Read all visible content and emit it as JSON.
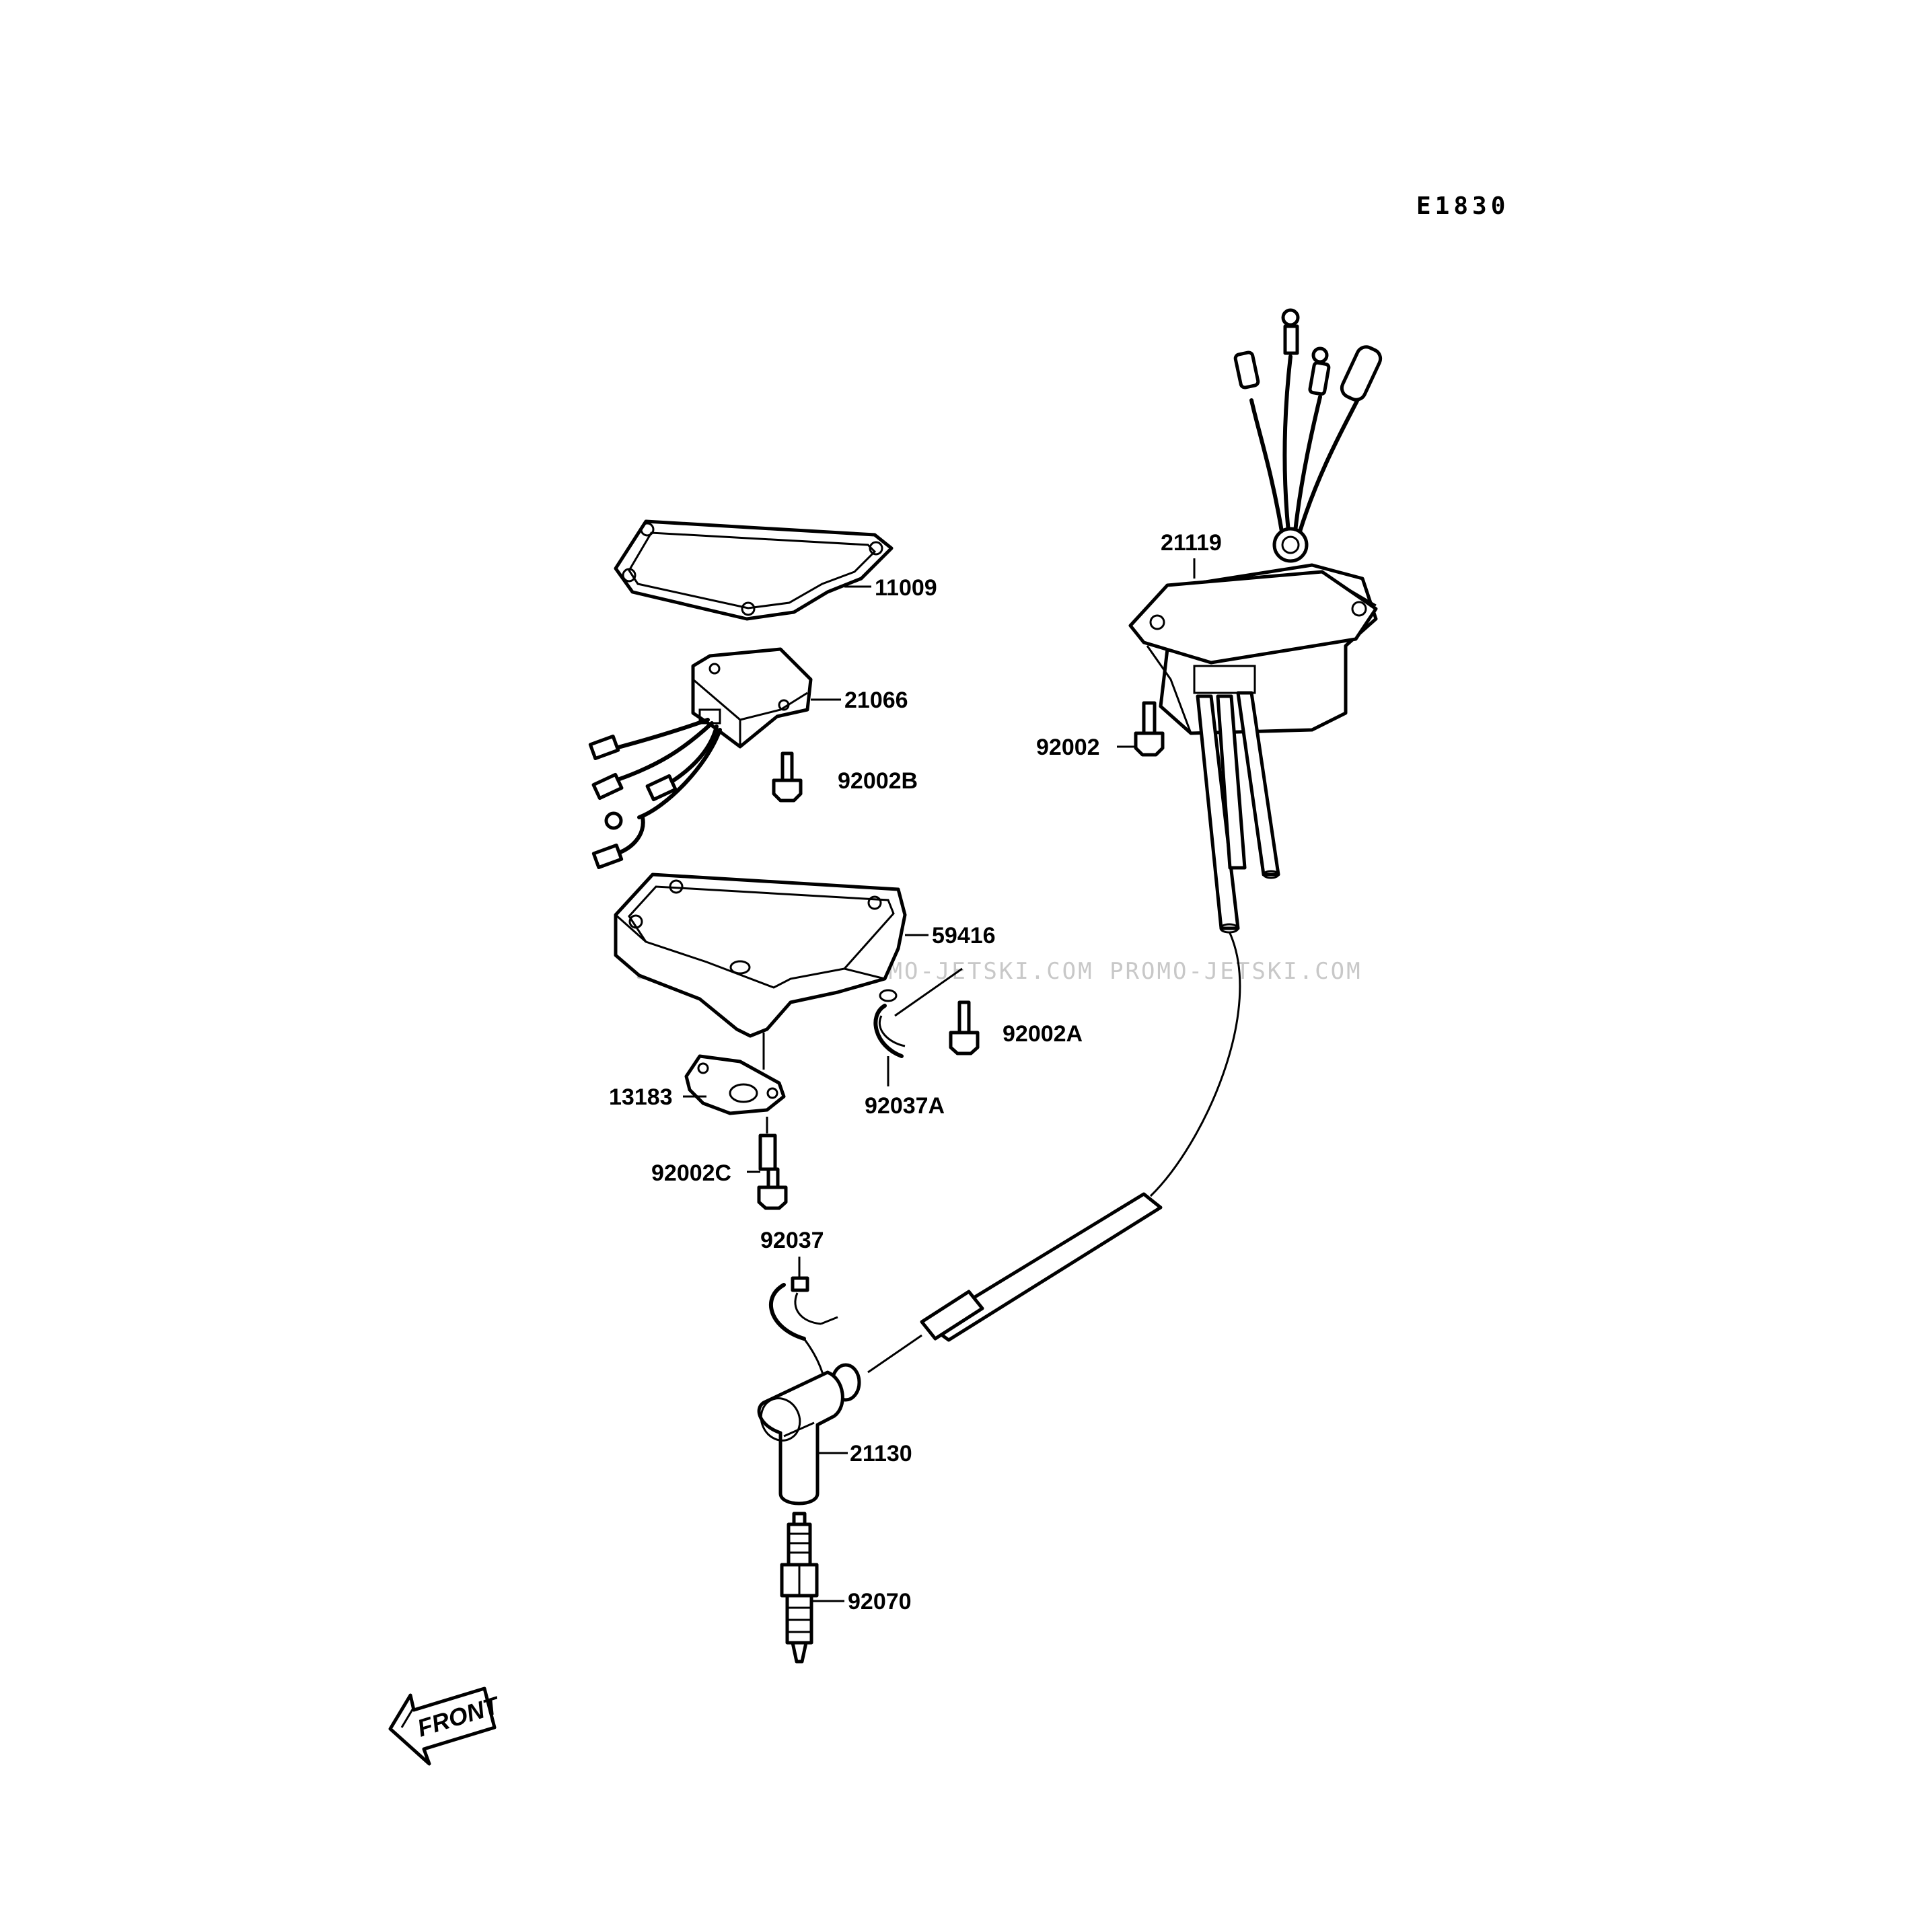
{
  "diagram": {
    "code": "E1830",
    "watermark": "JETSKIPRO.RU  PROMO-JETSKI.COM  PROMO-JETSKI.COM",
    "front_label": "FRONT",
    "parts": {
      "p11009": "11009",
      "p21066": "21066",
      "p92002B": "92002B",
      "p59416": "59416",
      "p92002A": "92002A",
      "p13183": "13183",
      "p92037A": "92037A",
      "p92002C": "92002C",
      "p92037": "92037",
      "p21130": "21130",
      "p92070": "92070",
      "p21119": "21119",
      "p92002": "92002"
    }
  }
}
